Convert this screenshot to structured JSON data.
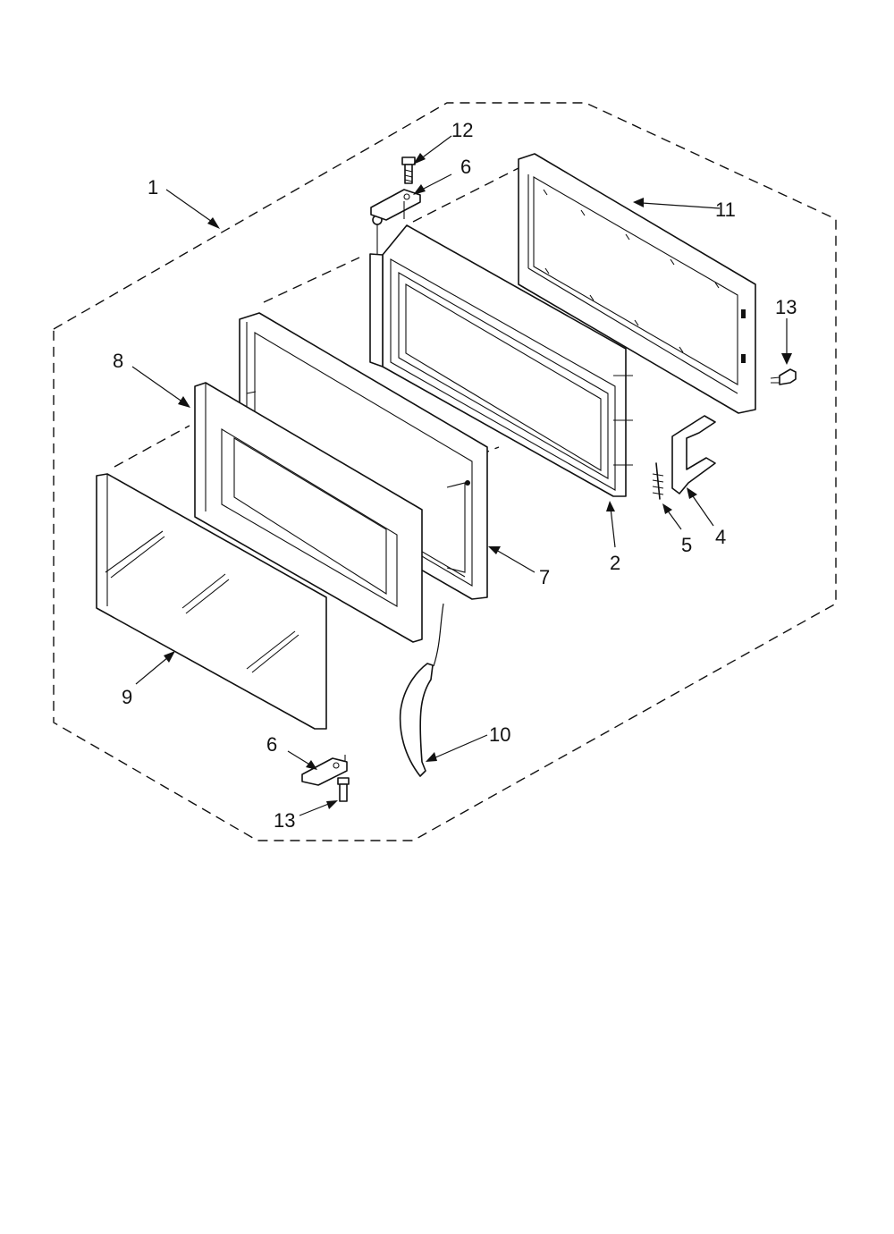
{
  "callouts": [
    {
      "id": "c1",
      "label": "1"
    },
    {
      "id": "c2",
      "label": "2"
    },
    {
      "id": "c4",
      "label": "4"
    },
    {
      "id": "c5",
      "label": "5"
    },
    {
      "id": "c6a",
      "label": "6"
    },
    {
      "id": "c6b",
      "label": "6"
    },
    {
      "id": "c7",
      "label": "7"
    },
    {
      "id": "c8",
      "label": "8"
    },
    {
      "id": "c9",
      "label": "9"
    },
    {
      "id": "c10",
      "label": "10"
    },
    {
      "id": "c11",
      "label": "11"
    },
    {
      "id": "c12",
      "label": "12"
    },
    {
      "id": "c13a",
      "label": "13"
    },
    {
      "id": "c13b",
      "label": "13"
    }
  ]
}
